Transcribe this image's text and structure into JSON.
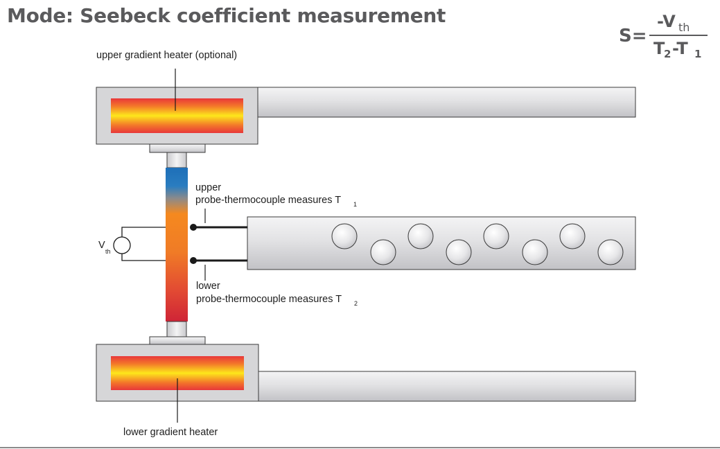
{
  "title": "Mode: Seebeck coefficient measurement",
  "formula": {
    "lhs": "S=",
    "numerator": "-V",
    "numerator_sub": "th",
    "denom_t2": "T",
    "denom_t2_sub": "2",
    "denom_minus": "-T",
    "denom_t1_sub": "1"
  },
  "labels": {
    "upper_heater": "upper gradient heater (optional)",
    "lower_heater": "lower gradient heater",
    "upper_probe_line1": "upper",
    "upper_probe_line2": "probe-thermocouple measures T",
    "upper_probe_sub": "1",
    "lower_probe_line1": "lower",
    "lower_probe_line2": "probe-thermocouple measures T",
    "lower_probe_sub": "2",
    "voltmeter": "V",
    "voltmeter_sub": "th"
  }
}
